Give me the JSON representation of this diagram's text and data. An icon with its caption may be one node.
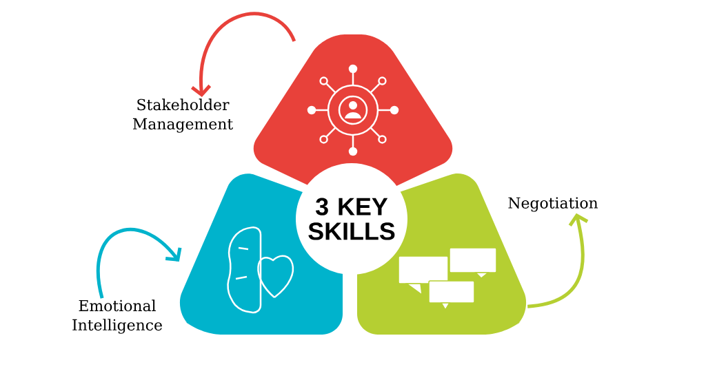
{
  "diagram": {
    "nodes": [
      {
        "text": [
          "3 KEY SKILLS"
        ]
      },
      {
        "text": [],
        "shape": "picture"
      },
      {
        "text": [],
        "shape": "picture"
      },
      {
        "text": [],
        "shape": "picture"
      },
      {
        "text": [
          "Stakeholder Management"
        ]
      },
      {
        "text": [
          "Emotional Intelligence"
        ]
      },
      {
        "text": [
          "Negotiation"
        ]
      }
    ],
    "edges": [
      {
        "from": 1,
        "to": 4,
        "arrow": "to",
        "color": "#e8413a"
      },
      {
        "from": 5,
        "to": 2,
        "arrow": "to",
        "color": "#00b3cc"
      },
      {
        "from": 3,
        "to": 6,
        "arrow": "to",
        "color": "#b5cf32"
      }
    ]
  }
}
